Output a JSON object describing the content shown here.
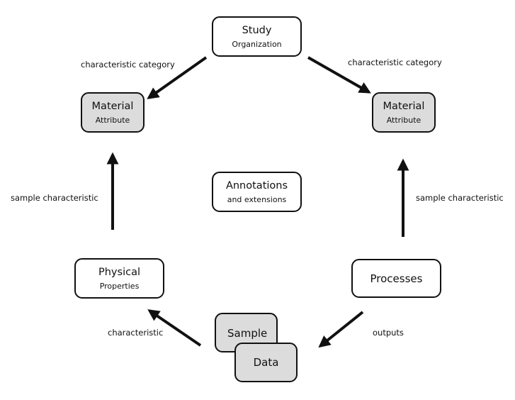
{
  "nodes": {
    "study": {
      "title": "Study",
      "subtitle": "Organization"
    },
    "material_left": {
      "title": "Material",
      "subtitle": "Attribute"
    },
    "material_right": {
      "title": "Material",
      "subtitle": "Attribute"
    },
    "annotations": {
      "title": "Annotations",
      "subtitle": "and extensions"
    },
    "physical": {
      "title": "Physical",
      "subtitle": "Properties"
    },
    "processes": {
      "title": "Processes"
    },
    "sample": {
      "title": "Sample"
    },
    "data": {
      "title": "Data"
    }
  },
  "edges": {
    "study_to_material_left": "characteristic category",
    "study_to_material_right": "characteristic category",
    "physical_to_material_left": "sample characteristic",
    "processes_to_material_right": "sample characteristic",
    "sample_to_physical": "characteristic",
    "processes_to_data": "outputs"
  },
  "colors": {
    "stroke": "#111111",
    "box_fill": "#ffffff",
    "box_fill_gray": "#dcdcdc"
  }
}
